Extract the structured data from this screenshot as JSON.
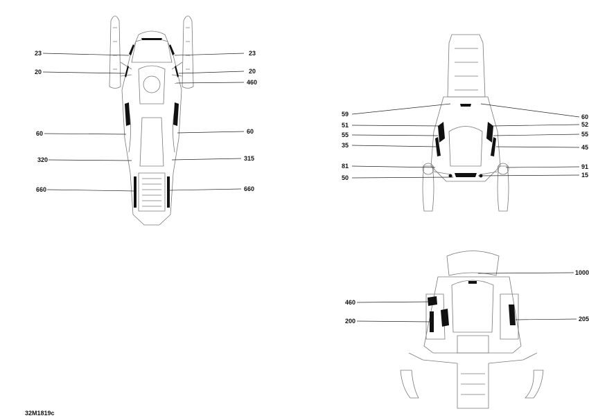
{
  "figure_code": "32M1819c",
  "views": [
    {
      "name": "top-view",
      "callouts": [
        {
          "text": "23",
          "side": "left"
        },
        {
          "text": "20",
          "side": "left"
        },
        {
          "text": "60",
          "side": "left"
        },
        {
          "text": "320",
          "side": "left"
        },
        {
          "text": "660",
          "side": "left"
        },
        {
          "text": "23",
          "side": "right"
        },
        {
          "text": "20",
          "side": "right"
        },
        {
          "text": "460",
          "side": "right"
        },
        {
          "text": "60",
          "side": "right"
        },
        {
          "text": "315",
          "side": "right"
        },
        {
          "text": "660",
          "side": "right"
        }
      ]
    },
    {
      "name": "front-view",
      "callouts": [
        {
          "text": "59",
          "side": "left"
        },
        {
          "text": "51",
          "side": "left"
        },
        {
          "text": "55",
          "side": "left"
        },
        {
          "text": "35",
          "side": "left"
        },
        {
          "text": "81",
          "side": "left"
        },
        {
          "text": "50",
          "side": "left"
        },
        {
          "text": "60",
          "side": "right"
        },
        {
          "text": "52",
          "side": "right"
        },
        {
          "text": "55",
          "side": "right"
        },
        {
          "text": "45",
          "side": "right"
        },
        {
          "text": "91",
          "side": "right"
        },
        {
          "text": "15",
          "side": "right"
        }
      ]
    },
    {
      "name": "rear-view",
      "callouts": [
        {
          "text": "460",
          "side": "left"
        },
        {
          "text": "200",
          "side": "left"
        },
        {
          "text": "1000",
          "side": "right"
        },
        {
          "text": "205",
          "side": "right"
        }
      ]
    }
  ]
}
